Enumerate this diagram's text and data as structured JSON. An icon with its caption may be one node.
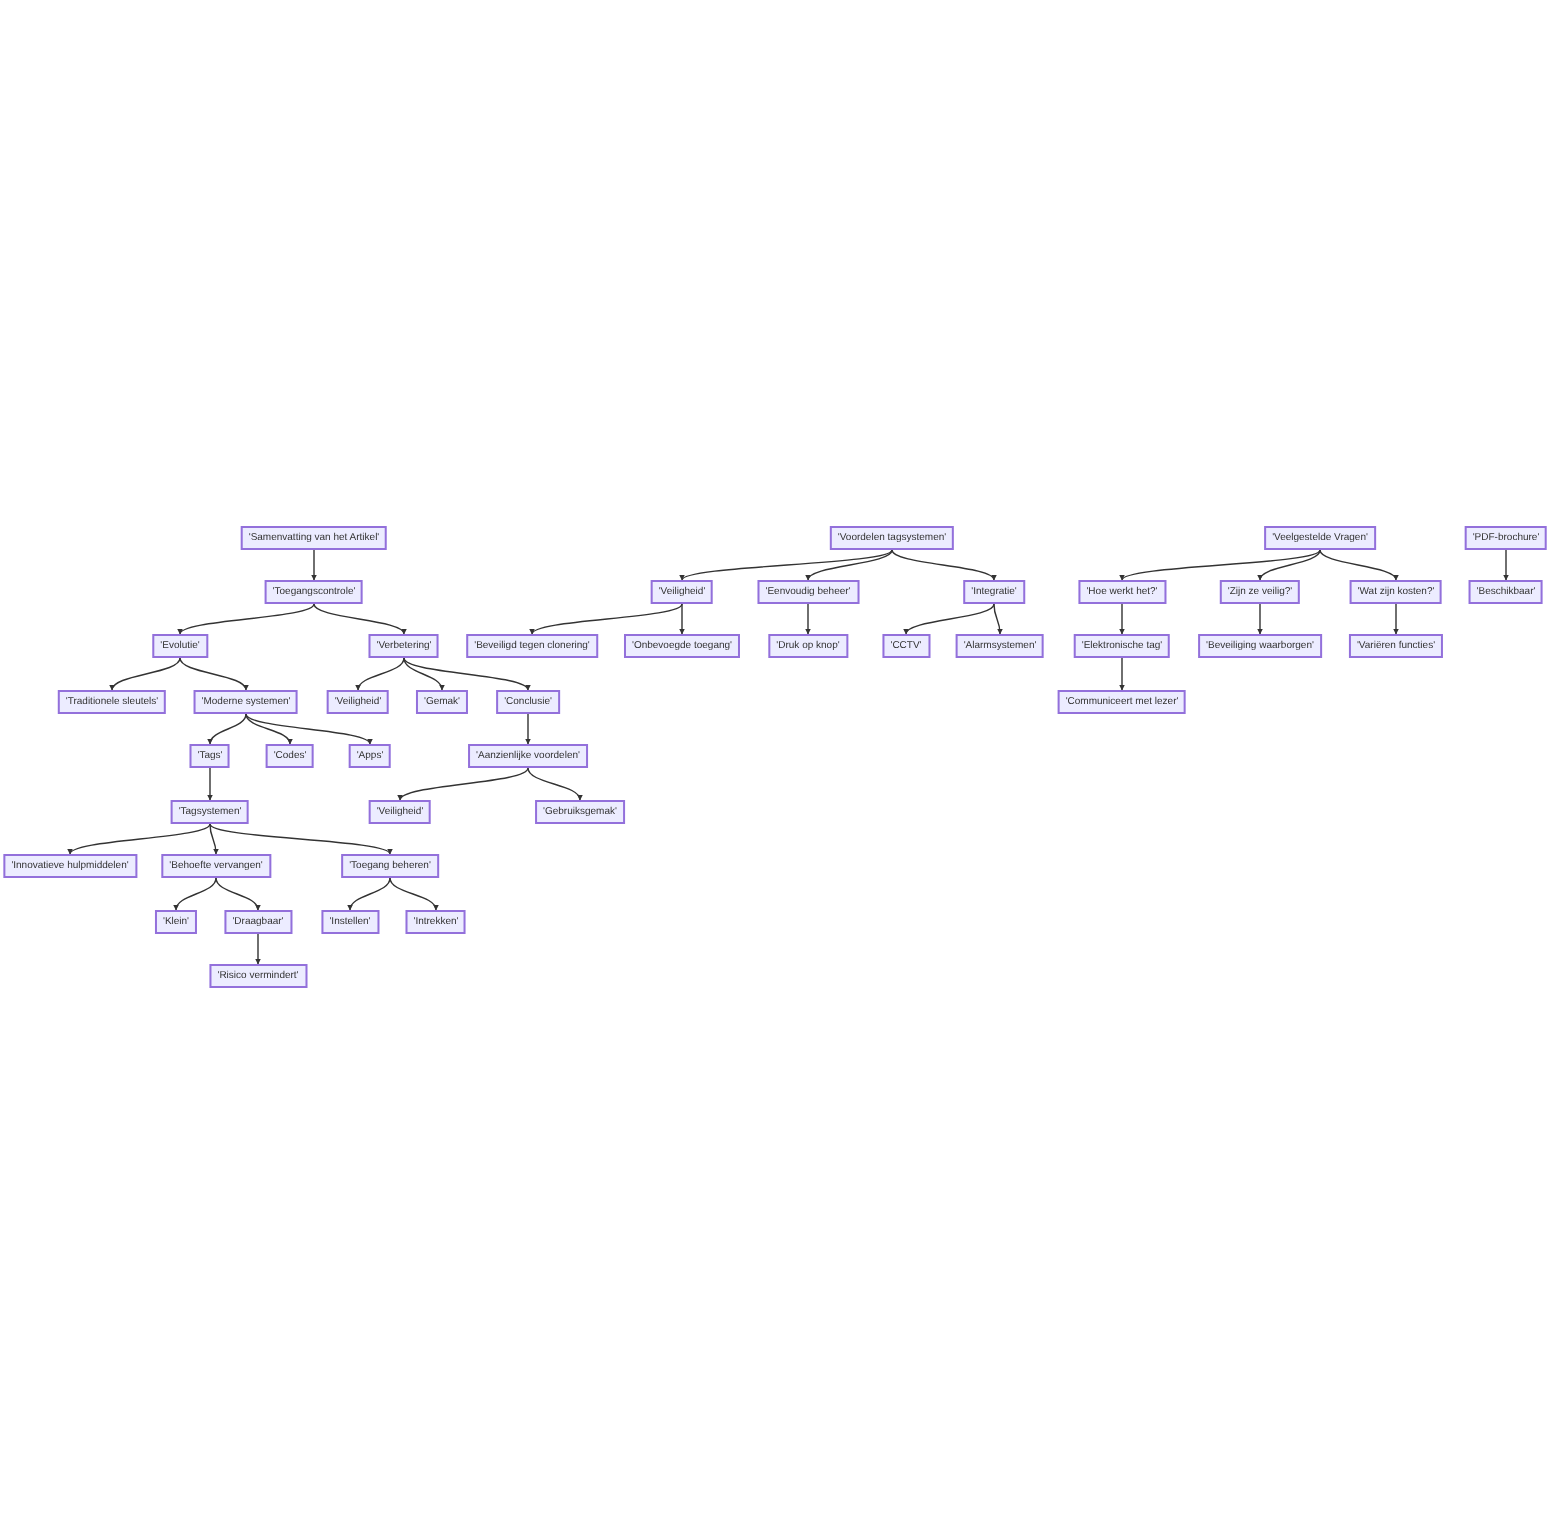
{
  "diagram": {
    "nodes": [
      {
        "text": [
          "'Samenvatting van het Artikel'"
        ]
      },
      {
        "text": [
          "'Toegangscontrole'"
        ]
      },
      {
        "text": [
          "'Evolutie'"
        ]
      },
      {
        "text": [
          "'Traditionele sleutels'"
        ]
      },
      {
        "text": [
          "'Moderne systemen'"
        ]
      },
      {
        "text": [
          "'Tags'"
        ]
      },
      {
        "text": [
          "'Tagsystemen'"
        ]
      },
      {
        "text": [
          "'Innovatieve hulpmiddelen'"
        ]
      },
      {
        "text": [
          "'Behoefte vervangen'"
        ]
      },
      {
        "text": [
          "'Klein'"
        ]
      },
      {
        "text": [
          "'Draagbaar'"
        ]
      },
      {
        "text": [
          "'Risico vermindert'"
        ]
      },
      {
        "text": [
          "'Toegang beheren'"
        ]
      },
      {
        "text": [
          "'Instellen'"
        ]
      },
      {
        "text": [
          "'Intrekken'"
        ]
      },
      {
        "text": [
          "'Codes'"
        ]
      },
      {
        "text": [
          "'Apps'"
        ]
      },
      {
        "text": [
          "'Verbetering'"
        ]
      },
      {
        "text": [
          "'Veiligheid'"
        ]
      },
      {
        "text": [
          "'Gemak'"
        ]
      },
      {
        "text": [
          "'Conclusie'"
        ]
      },
      {
        "text": [
          "'Aanzienlijke voordelen'"
        ]
      },
      {
        "text": [
          "'Veiligheid'"
        ]
      },
      {
        "text": [
          "'Gebruiksgemak'"
        ]
      },
      {
        "text": [
          "'Voordelen tagsystemen'"
        ]
      },
      {
        "text": [
          "'Veiligheid'"
        ]
      },
      {
        "text": [
          "'Beveiligd tegen clonering'"
        ]
      },
      {
        "text": [
          "'Onbevoegde toegang'"
        ]
      },
      {
        "text": [
          "'Eenvoudig beheer'"
        ]
      },
      {
        "text": [
          "'Druk op knop'"
        ]
      },
      {
        "text": [
          "'Integratie'"
        ]
      },
      {
        "text": [
          "'CCTV'"
        ]
      },
      {
        "text": [
          "'Alarmsystemen'"
        ]
      },
      {
        "text": [
          "'Veelgestelde Vragen'"
        ]
      },
      {
        "text": [
          "'Hoe werkt het?'"
        ]
      },
      {
        "text": [
          "'Elektronische tag'"
        ]
      },
      {
        "text": [
          "'Communiceert met lezer'"
        ]
      },
      {
        "text": [
          "'Zijn ze veilig?'"
        ]
      },
      {
        "text": [
          "'Beveiliging waarborgen'"
        ]
      },
      {
        "text": [
          "'Wat zijn kosten?'"
        ]
      },
      {
        "text": [
          "'Variëren functies'"
        ]
      },
      {
        "text": [
          "'PDF-brochure'"
        ]
      },
      {
        "text": [
          "'Beschikbaar'"
        ]
      }
    ],
    "edges": [
      {
        "from": 0,
        "to": 1,
        "arrow": "to"
      },
      {
        "from": 1,
        "to": 2,
        "arrow": "to"
      },
      {
        "from": 1,
        "to": 17,
        "arrow": "to"
      },
      {
        "from": 2,
        "to": 3,
        "arrow": "to"
      },
      {
        "from": 2,
        "to": 4,
        "arrow": "to"
      },
      {
        "from": 4,
        "to": 5,
        "arrow": "to"
      },
      {
        "from": 4,
        "to": 15,
        "arrow": "to"
      },
      {
        "from": 4,
        "to": 16,
        "arrow": "to"
      },
      {
        "from": 5,
        "to": 6,
        "arrow": "to"
      },
      {
        "from": 6,
        "to": 7,
        "arrow": "to"
      },
      {
        "from": 6,
        "to": 8,
        "arrow": "to"
      },
      {
        "from": 6,
        "to": 12,
        "arrow": "to"
      },
      {
        "from": 8,
        "to": 9,
        "arrow": "to"
      },
      {
        "from": 8,
        "to": 10,
        "arrow": "to"
      },
      {
        "from": 10,
        "to": 11,
        "arrow": "to"
      },
      {
        "from": 12,
        "to": 13,
        "arrow": "to"
      },
      {
        "from": 12,
        "to": 14,
        "arrow": "to"
      },
      {
        "from": 17,
        "to": 18,
        "arrow": "to"
      },
      {
        "from": 17,
        "to": 19,
        "arrow": "to"
      },
      {
        "from": 17,
        "to": 20,
        "arrow": "to"
      },
      {
        "from": 20,
        "to": 21,
        "arrow": "to"
      },
      {
        "from": 21,
        "to": 22,
        "arrow": "to"
      },
      {
        "from": 21,
        "to": 23,
        "arrow": "to"
      },
      {
        "from": 24,
        "to": 25,
        "arrow": "to"
      },
      {
        "from": 24,
        "to": 28,
        "arrow": "to"
      },
      {
        "from": 24,
        "to": 30,
        "arrow": "to"
      },
      {
        "from": 25,
        "to": 26,
        "arrow": "to"
      },
      {
        "from": 25,
        "to": 27,
        "arrow": "to"
      },
      {
        "from": 28,
        "to": 29,
        "arrow": "to"
      },
      {
        "from": 30,
        "to": 31,
        "arrow": "to"
      },
      {
        "from": 30,
        "to": 32,
        "arrow": "to"
      },
      {
        "from": 33,
        "to": 34,
        "arrow": "to"
      },
      {
        "from": 33,
        "to": 37,
        "arrow": "to"
      },
      {
        "from": 33,
        "to": 39,
        "arrow": "to"
      },
      {
        "from": 34,
        "to": 35,
        "arrow": "to"
      },
      {
        "from": 35,
        "to": 36,
        "arrow": "to"
      },
      {
        "from": 37,
        "to": 38,
        "arrow": "to"
      },
      {
        "from": 39,
        "to": 40,
        "arrow": "to"
      },
      {
        "from": 41,
        "to": 42,
        "arrow": "to"
      }
    ]
  }
}
